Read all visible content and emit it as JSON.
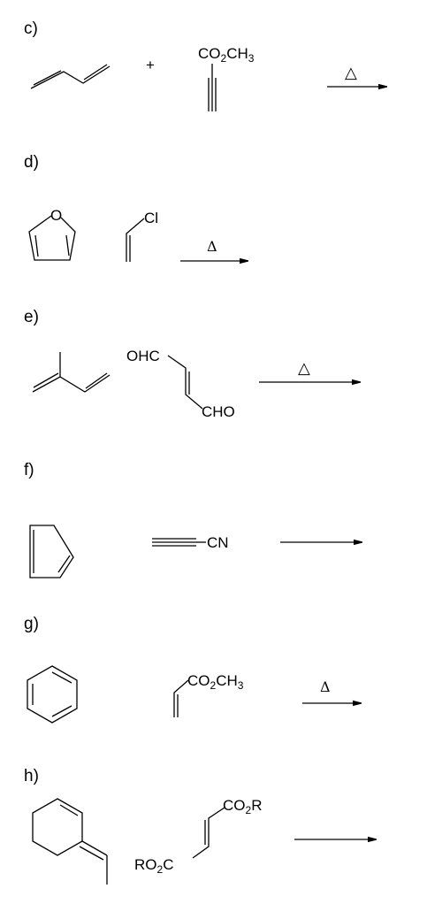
{
  "problems": [
    {
      "label": "c)",
      "plus": "+",
      "dienophile_group": {
        "main": "CO",
        "sub1": "2",
        "mid": "CH",
        "sub2": "3"
      },
      "condition": "△"
    },
    {
      "label": "d)",
      "furan_atom": "O",
      "vinyl_atom": "Cl",
      "condition": "Δ"
    },
    {
      "label": "e)",
      "ald1": "OHC",
      "ald2": "CHO",
      "condition": "△"
    },
    {
      "label": "f)",
      "nitrile": "CN"
    },
    {
      "label": "g)",
      "ester": {
        "main": "CO",
        "sub1": "2",
        "mid": "CH",
        "sub2": "3"
      },
      "condition": "Δ"
    },
    {
      "label": "h)",
      "ester_top": {
        "main": "CO",
        "sub1": "2",
        "end": "R"
      },
      "ester_bottom": {
        "main": "RO",
        "sub1": "2",
        "end": "C"
      }
    }
  ]
}
